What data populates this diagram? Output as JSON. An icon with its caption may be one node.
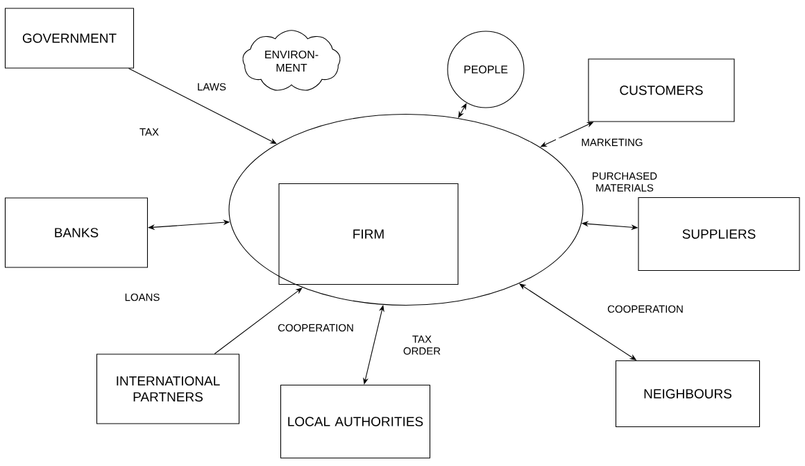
{
  "diagram": {
    "nodes": [
      {
        "text": [
          "GOVERNMENT"
        ]
      },
      {
        "text": [
          "ENVIRON- MENT"
        ]
      },
      {
        "text": [
          "PEOPLE"
        ]
      },
      {
        "text": [
          "CUSTOMERS"
        ]
      },
      {
        "text": [],
        "shape": "cloud"
      },
      {
        "text": [
          "FIRM"
        ],
        "in": 4
      },
      {
        "text": [
          "BANKS"
        ]
      },
      {
        "text": [
          "SUPPLIERS"
        ]
      },
      {
        "text": [
          "INTERNATIONAL PARTNERS"
        ]
      },
      {
        "text": [
          "LOCAL AUTHORITIES"
        ]
      },
      {
        "text": [
          "NEIGHBOURS"
        ]
      }
    ],
    "edges": [
      {
        "from": 0,
        "to": 4,
        "arrow": "to",
        "label": "LAWS"
      },
      {
        "from": 2,
        "to": 4,
        "arrow": "both"
      },
      {
        "from": 3,
        "to": 4,
        "arrow": "both",
        "label": "MARKETING"
      },
      {
        "from": 6,
        "to": 4,
        "arrow": "both"
      },
      {
        "from": 7,
        "to": 4,
        "arrow": "both",
        "label": "PURCHASED MATERIALS"
      },
      {
        "from": 8,
        "to": 4,
        "arrow": "to",
        "label": "COOPERATION"
      },
      {
        "from": 9,
        "to": 4,
        "arrow": "both",
        "label": "TAX ORDER"
      },
      {
        "from": 10,
        "to": 4,
        "arrow": "both",
        "label": "COOPERATION"
      }
    ],
    "labels": [
      "TAX",
      "LOANS"
    ]
  }
}
